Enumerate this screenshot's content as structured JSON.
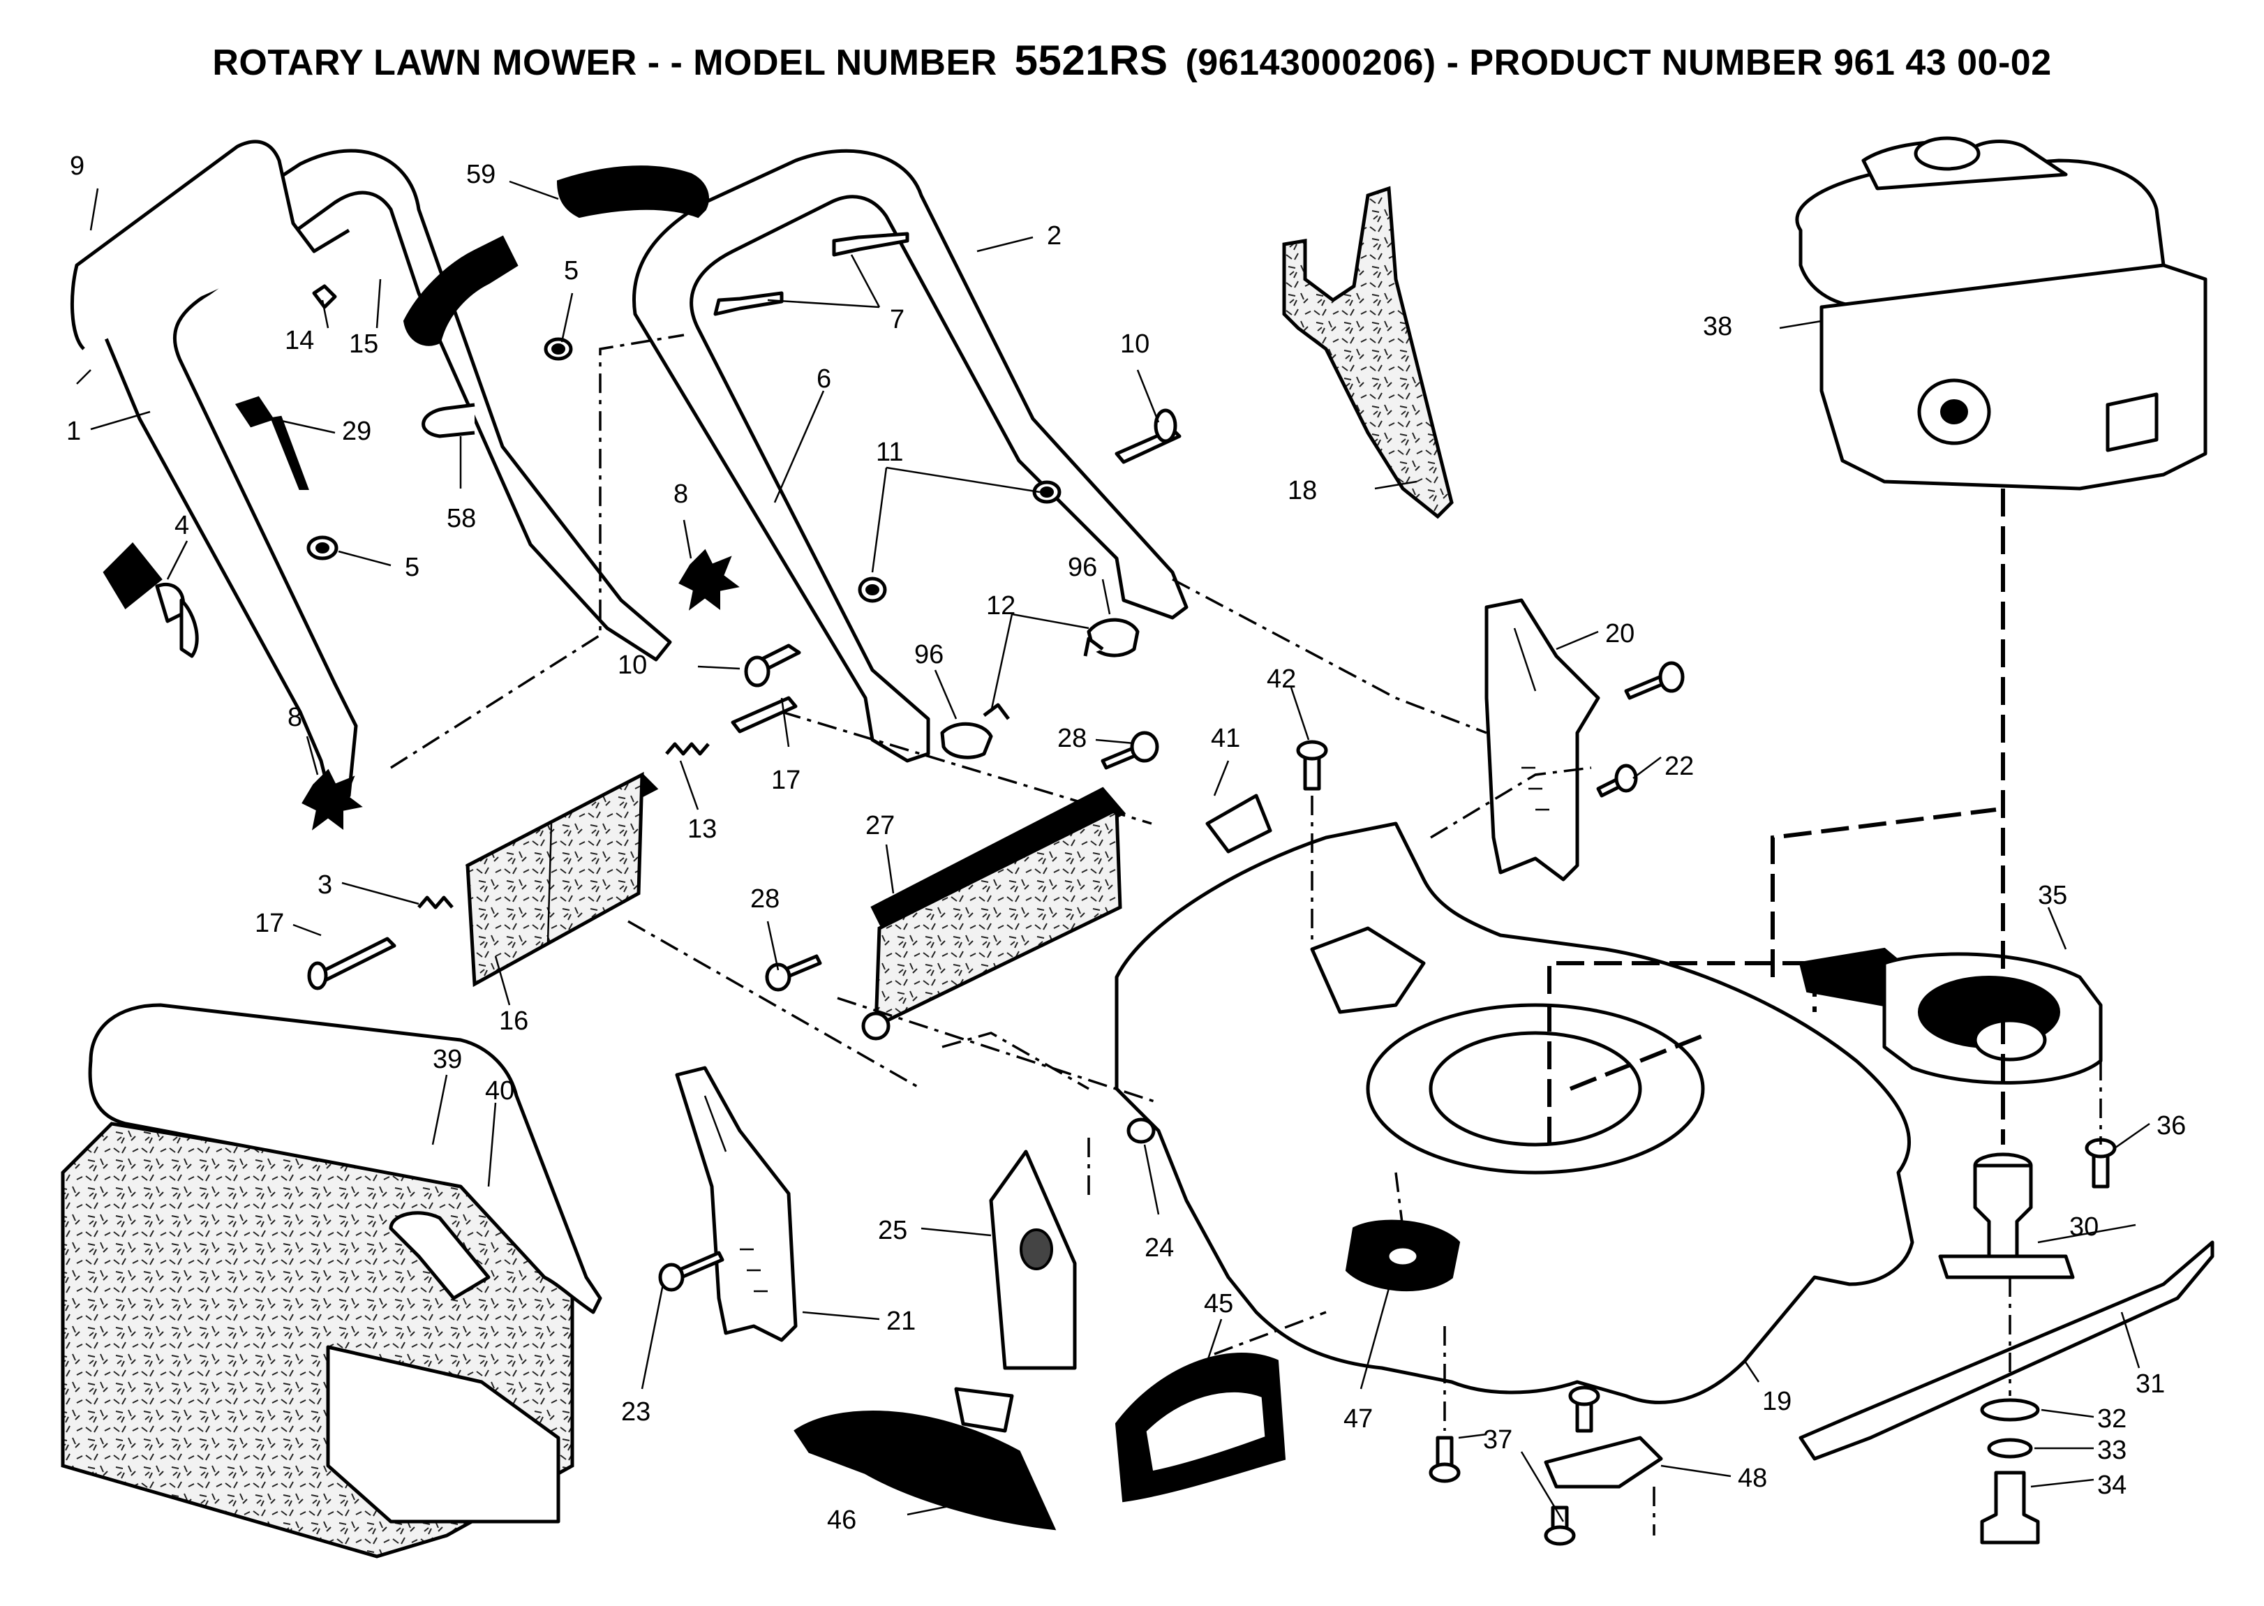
{
  "title": {
    "prefix": "ROTARY LAWN MOWER - - MODEL NUMBER",
    "model": "5521RS",
    "suffix": "(96143000206) - PRODUCT NUMBER 961 43 00-02"
  },
  "callouts": [
    {
      "id": "c9",
      "text": "9"
    },
    {
      "id": "c59",
      "text": "59"
    },
    {
      "id": "c2",
      "text": "2"
    },
    {
      "id": "c5a",
      "text": "5"
    },
    {
      "id": "c7",
      "text": "7"
    },
    {
      "id": "c14",
      "text": "14"
    },
    {
      "id": "c15",
      "text": "15"
    },
    {
      "id": "c10a",
      "text": "10"
    },
    {
      "id": "c1",
      "text": "1"
    },
    {
      "id": "c29",
      "text": "29"
    },
    {
      "id": "c6",
      "text": "6"
    },
    {
      "id": "c58",
      "text": "58"
    },
    {
      "id": "c11",
      "text": "11"
    },
    {
      "id": "c4",
      "text": "4"
    },
    {
      "id": "c8a",
      "text": "8"
    },
    {
      "id": "c5b",
      "text": "5"
    },
    {
      "id": "c96a",
      "text": "96"
    },
    {
      "id": "c12",
      "text": "12"
    },
    {
      "id": "c10b",
      "text": "10"
    },
    {
      "id": "c96b",
      "text": "96"
    },
    {
      "id": "c8b",
      "text": "8"
    },
    {
      "id": "c17a",
      "text": "17"
    },
    {
      "id": "c13",
      "text": "13"
    },
    {
      "id": "c28a",
      "text": "28"
    },
    {
      "id": "c41",
      "text": "41"
    },
    {
      "id": "c27",
      "text": "27"
    },
    {
      "id": "c3",
      "text": "3"
    },
    {
      "id": "c17b",
      "text": "17"
    },
    {
      "id": "c16",
      "text": "16"
    },
    {
      "id": "c28b",
      "text": "28"
    },
    {
      "id": "c39",
      "text": "39"
    },
    {
      "id": "c40",
      "text": "40"
    },
    {
      "id": "c25",
      "text": "25"
    },
    {
      "id": "c24",
      "text": "24"
    },
    {
      "id": "c21",
      "text": "21"
    },
    {
      "id": "c23",
      "text": "23"
    },
    {
      "id": "c45",
      "text": "45"
    },
    {
      "id": "c47",
      "text": "47"
    },
    {
      "id": "c46",
      "text": "46"
    },
    {
      "id": "c37",
      "text": "37"
    },
    {
      "id": "c48",
      "text": "48"
    },
    {
      "id": "c19",
      "text": "19"
    },
    {
      "id": "c18",
      "text": "18"
    },
    {
      "id": "c38",
      "text": "38"
    },
    {
      "id": "c20",
      "text": "20"
    },
    {
      "id": "c22",
      "text": "22"
    },
    {
      "id": "c42",
      "text": "42"
    },
    {
      "id": "c35",
      "text": "35"
    },
    {
      "id": "c36",
      "text": "36"
    },
    {
      "id": "c30",
      "text": "30"
    },
    {
      "id": "c31",
      "text": "31"
    },
    {
      "id": "c32",
      "text": "32"
    },
    {
      "id": "c33",
      "text": "33"
    },
    {
      "id": "c34",
      "text": "34"
    }
  ]
}
